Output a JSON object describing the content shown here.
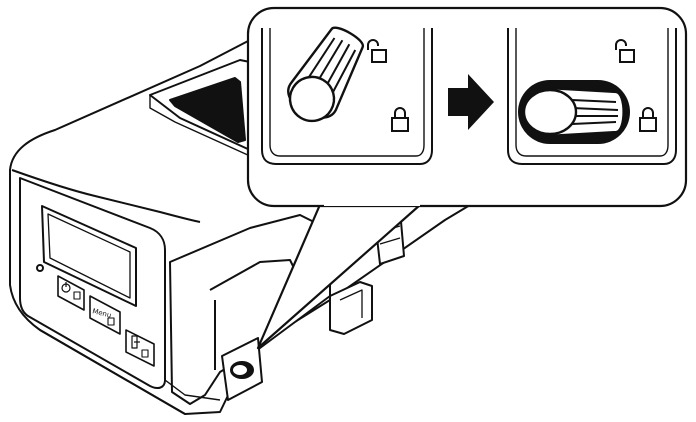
{
  "figure": {
    "ink_color": "#111111",
    "fill_color": "#ffffff",
    "arrow_color": "#111111"
  },
  "printer": {
    "buttons": [
      {
        "icon": "power-icon"
      },
      {
        "icon": "menu-icon",
        "label": "Menu"
      },
      {
        "icon": "feed-icon"
      }
    ]
  },
  "callout": {
    "steps": [
      {
        "state": "locked-latch-vertical",
        "icons": [
          "unlock-icon",
          "lock-icon"
        ]
      },
      {
        "state": "latch-rotated-horizontal",
        "icons": [
          "unlock-icon",
          "lock-icon"
        ]
      }
    ],
    "direction_icon": "arrow-right-icon"
  }
}
